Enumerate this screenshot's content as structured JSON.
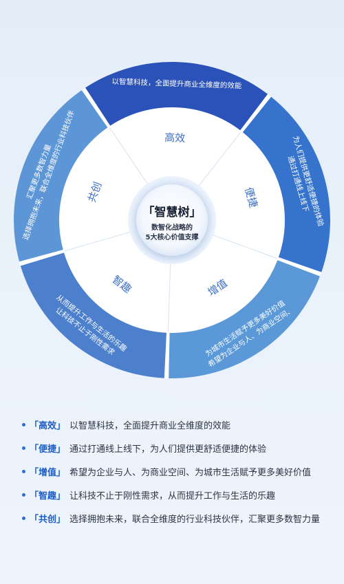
{
  "center": {
    "title": "「智慧树」",
    "subtitle_line1": "数智化战略的",
    "subtitle_line2": "5大核心价值支撑"
  },
  "segments": [
    {
      "name": "高效",
      "desc_lines": [
        "以智慧科技，全面提升商业全维度的效能"
      ]
    },
    {
      "name": "便捷",
      "desc_lines": [
        "通过打通线上线下",
        "为人们提供更舒适便捷的体验"
      ]
    },
    {
      "name": "增值",
      "desc_lines": [
        "希望为企业与人、为商业空间、",
        "为城市生活赋予更多美好价值"
      ]
    },
    {
      "name": "智趣",
      "desc_lines": [
        "让科技不止于刚性需求",
        "从而提升工作与生活的乐趣"
      ]
    },
    {
      "name": "共创",
      "desc_lines": [
        "选择拥抱未来，联合全维度的行业科技伙伴",
        "汇聚更多数智力量"
      ]
    }
  ],
  "list": [
    {
      "keyword": "「高效」",
      "text": "以智慧科技，全面提升商业全维度的效能"
    },
    {
      "keyword": "「便捷」",
      "text": "通过打通线上线下，为人们提供更舒适便捷的体验"
    },
    {
      "keyword": "「增值」",
      "text": "希望为企业与人、为商业空间、为城市生活赋予更多美好价值"
    },
    {
      "keyword": "「智趣」",
      "text": "让科技不止于刚性需求，从而提升工作与生活的乐趣"
    },
    {
      "keyword": "「共创」",
      "text": "选择拥抱未来，联合全维度的行业科技伙伴，汇聚更多数智力量"
    }
  ],
  "colors": {
    "outer": [
      "#2a52b8",
      "#3573cc",
      "#5a98d8",
      "#4c7fcc",
      "#5d96d6"
    ],
    "inner": "#ffffff",
    "inner_text": "#3c6fc4",
    "accent": "#1c5ec8"
  }
}
